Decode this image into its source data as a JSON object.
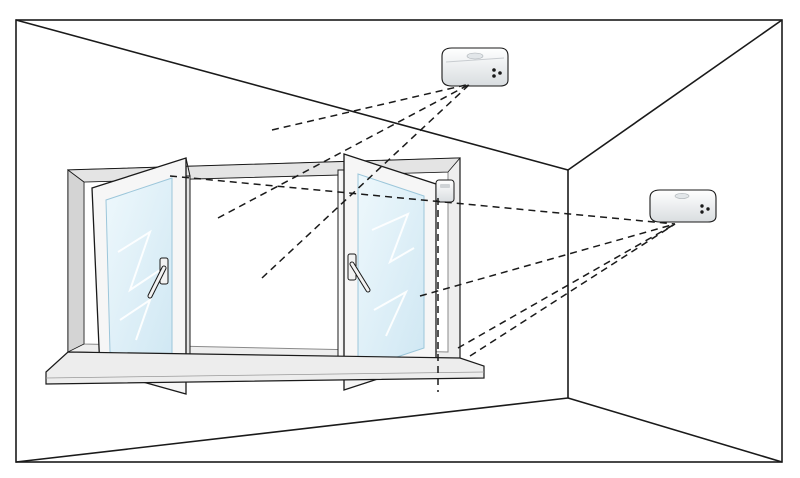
{
  "diagram": {
    "kind": "room-sensor-illustration",
    "elements": [
      "room-outline",
      "casement-window-open",
      "ceiling-motion-sensor",
      "wall-motion-sensor",
      "window-contact-sensor",
      "detection-beams"
    ]
  },
  "colors": {
    "line": "#1a1a1a",
    "frame": "#f3f3f3",
    "frame_shadow": "#c9c9c9",
    "glass": "#dff0f8",
    "glass_edge": "#b8d9ea",
    "sensor_body": "#f5f6f7",
    "sensor_shadow": "#cfd3d6"
  },
  "icons": {
    "ceiling_sensor": "motion-sensor-icon",
    "wall_sensor": "motion-sensor-icon",
    "contact_sensor": "door-window-contact-icon"
  }
}
